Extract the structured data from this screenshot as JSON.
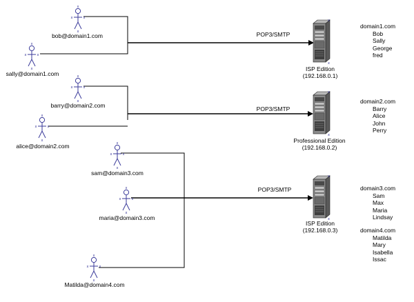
{
  "users": [
    {
      "email": "bob@domain1.com"
    },
    {
      "email": "sally@domain1.com"
    },
    {
      "email": "barry@domain2.com"
    },
    {
      "email": "alice@domain2.com"
    },
    {
      "email": "sam@domain3.com"
    },
    {
      "email": "maria@domain3.com"
    },
    {
      "email": "Matilda@domain4.com"
    }
  ],
  "connections": [
    {
      "protocol": "POP3/SMTP"
    },
    {
      "protocol": "POP3/SMTP"
    },
    {
      "protocol": "POP3/SMTP"
    }
  ],
  "servers": [
    {
      "edition": "ISP Edition",
      "ip": "(192.168.0.1)"
    },
    {
      "edition": "Professional Edition",
      "ip": "(192.168.0.2)"
    },
    {
      "edition": "ISP Edition",
      "ip": "(192.168.0.3)"
    }
  ],
  "domains": [
    {
      "name": "domain1.com",
      "users": [
        "Bob",
        "Sally",
        "George",
        "fred"
      ]
    },
    {
      "name": "domain2.com",
      "users": [
        "Barry",
        "Alice",
        "John",
        "Perry"
      ]
    },
    {
      "name": "domain3.com",
      "users": [
        "Sam",
        "Max",
        "Maria",
        "Lindsay"
      ]
    },
    {
      "name": "domain4.com",
      "users": [
        "Matilda",
        "Mary",
        "Isabella",
        "Issac"
      ]
    }
  ],
  "colors": {
    "actor_stroke": "#3a3a9a",
    "line": "#000000",
    "server_body": "#8a8a8a",
    "server_dark": "#4a4a4a"
  }
}
